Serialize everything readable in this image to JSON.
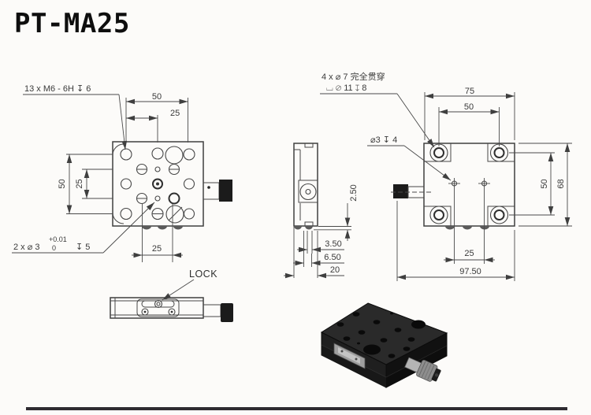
{
  "page": {
    "title": "PT-MA25"
  },
  "top_view": {
    "callout_thread": "13 x  M6 - 6H ↧ 6",
    "callout_pin_prefix": "2 x ⌀ 3",
    "callout_pin_tol_upper": "+0.01",
    "callout_pin_tol_lower": "0",
    "callout_pin_suffix": "↧ 5",
    "dim_width_50": "50",
    "dim_width_25": "25",
    "dim_height_50": "50",
    "dim_height_25": "25",
    "dim_bottom_25": "25"
  },
  "side_view": {
    "dim_foot": "2.50",
    "dim_a": "3.50",
    "dim_b": "6.50",
    "dim_width": "20"
  },
  "bottom_view": {
    "callout_bore_line1": "4 x ⌀ 7 完全贯穿",
    "callout_bore_line2": "⌴  ⌀ 11 ↧ 8",
    "callout_dowel": "⌀3 ↧ 4",
    "dim_width_75": "75",
    "dim_width_50": "50",
    "dim_height_50": "50",
    "dim_height_68": "68",
    "dim_bottom_25": "25",
    "dim_overall": "97.50"
  },
  "lock_view": {
    "label": "LOCK"
  }
}
